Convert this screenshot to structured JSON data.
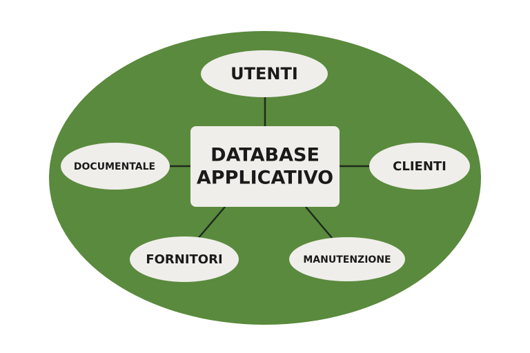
{
  "colors": {
    "background": "#ffffff",
    "outer_ellipse": "#5a8a3d",
    "node_fill": "#efeeea",
    "connector": "#1e2a1e",
    "text": "#1a1a1a"
  },
  "center": {
    "line1": "DATABASE",
    "line2": "APPLICATIVO"
  },
  "nodes": {
    "utenti": "UTENTI",
    "clienti": "CLIENTI",
    "documentale": "DOCUMENTALE",
    "fornitori": "FORNITORI",
    "manutenzione": "MANUTENZIONE"
  }
}
